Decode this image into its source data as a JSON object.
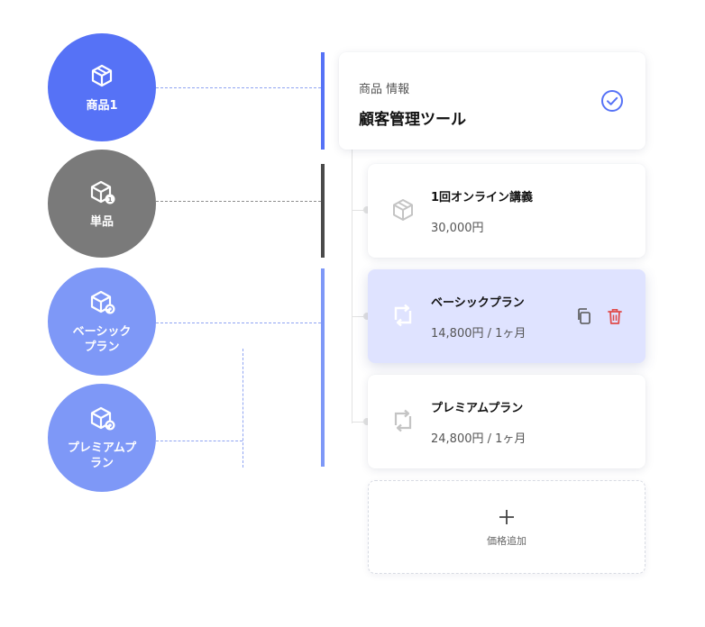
{
  "colors": {
    "primary": "#5672f6",
    "gray": "#7a7a7a",
    "light": "#7e98f7",
    "active_card": "#dfe3ff",
    "delete": "#e04b4b"
  },
  "nodes": [
    {
      "label": "商品1",
      "icon": "box-icon"
    },
    {
      "label": "単品",
      "icon": "box-single-icon"
    },
    {
      "label": "ベーシック\nプラン",
      "icon": "box-recurring-icon"
    },
    {
      "label": "プレミアムプ\nラン",
      "icon": "box-recurring-icon"
    }
  ],
  "product": {
    "section_label": "商品 情報",
    "name": "顧客管理ツール",
    "status_icon": "check-circle-icon"
  },
  "prices": [
    {
      "title": "1回オンライン講義",
      "price": "30,000円",
      "icon": "box-icon"
    },
    {
      "title": "ベーシックプラン",
      "price": "14,800円 / 1ヶ月",
      "icon": "repeat-icon",
      "actions": [
        "copy-icon",
        "trash-icon"
      ]
    },
    {
      "title": "プレミアムプラン",
      "price": "24,800円 / 1ヶ月",
      "icon": "repeat-icon"
    }
  ],
  "add_price": {
    "label": "価格追加",
    "icon": "plus-icon"
  }
}
